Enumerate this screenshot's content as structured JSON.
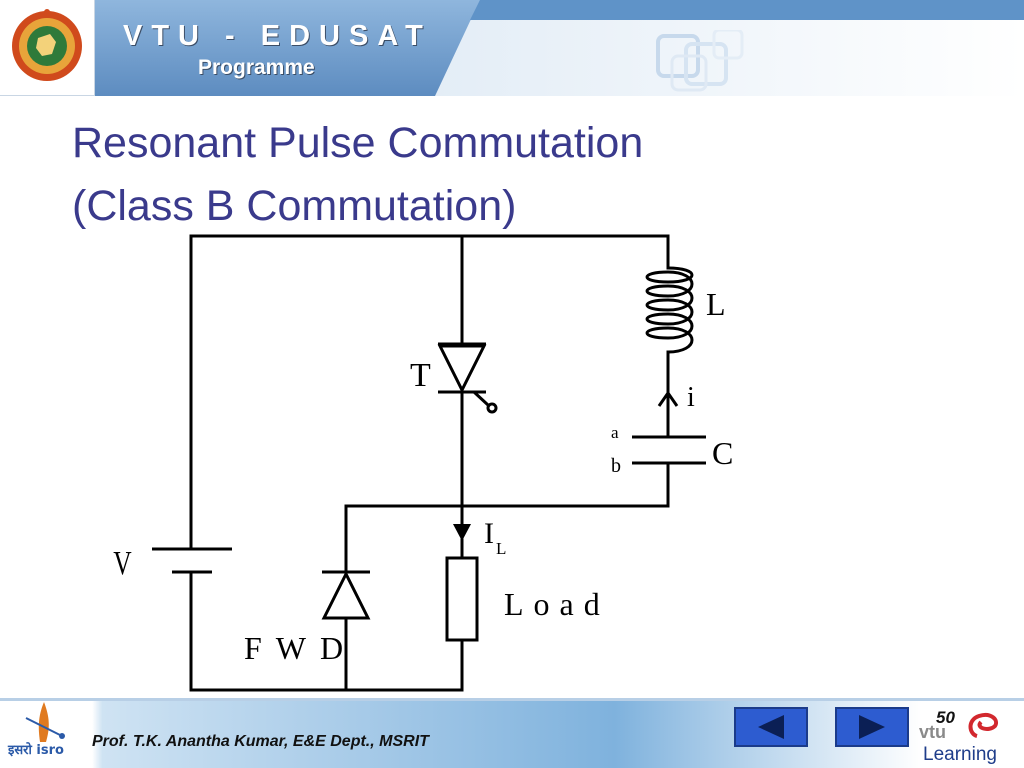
{
  "header": {
    "brand_title": "VTU - EDUSAT",
    "brand_subtitle": "Programme"
  },
  "slide": {
    "title_line1": "Resonant Pulse Commutation",
    "title_line2": "(Class B Commutation)"
  },
  "circuit": {
    "labels": {
      "source": "V",
      "thyristor": "T",
      "inductor": "L",
      "current_i": "i",
      "plate_a": "a",
      "plate_b": "b",
      "capacitor": "C",
      "load_current": "I",
      "load_current_sub": "L",
      "load": "Load",
      "diode": "FWD"
    }
  },
  "footer": {
    "credit": "Prof. T.K. Anantha Kumar,  E&E Dept.,  MSRIT",
    "page_number": "50",
    "isro_text": "इसरो isro",
    "vtu_learning_text": "Learning"
  },
  "colors": {
    "title": "#3a3a8c",
    "header_blue": "#6d9bc9",
    "nav_button": "#2d5cd0"
  }
}
